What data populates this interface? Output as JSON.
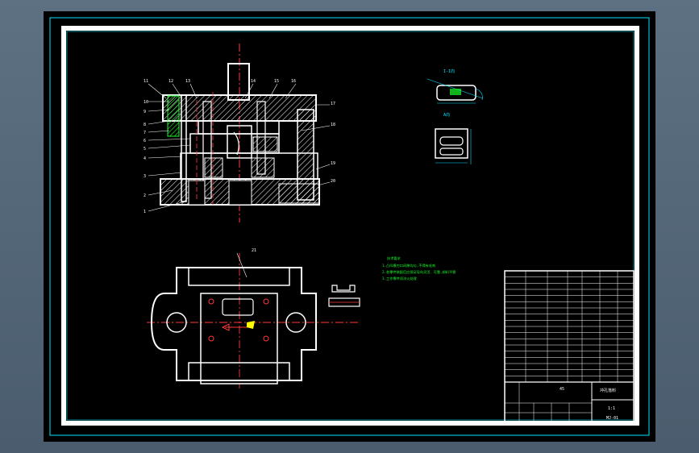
{
  "balloons_top": [
    "11",
    "12",
    "13",
    "14",
    "15",
    "16",
    "17",
    "18",
    "19",
    "20",
    "1",
    "2",
    "3",
    "4",
    "5",
    "6",
    "7",
    "8",
    "9",
    "10"
  ],
  "balloon_plan": "21",
  "detail_labels": {
    "upper": "I-I向",
    "lower": "A向"
  },
  "notes": {
    "title": "技术要求",
    "lines": [
      "1.凸凹模刃口间隙均匀,不得有毛刺",
      "2.各零件装配后应保证导向灵活、可靠,卸料平稳",
      "3.工作零件须淬火处理"
    ]
  },
  "title_block": {
    "part_rows": 18,
    "name_cell": "冲孔落料",
    "scale_cell": "1:1",
    "drawing_no": "MJ-01",
    "material": "45"
  },
  "colors": {
    "background_frame": "#5d7183",
    "drawing_area": "#000000",
    "outline": "#ffffff",
    "hatch": "#ffffff",
    "centerline": "#ff3b3b",
    "dimension": "#00e5ff",
    "spring_green": "#19ff2a",
    "note_text": "#19ff2a",
    "accent_yellow": "#ffff00"
  }
}
